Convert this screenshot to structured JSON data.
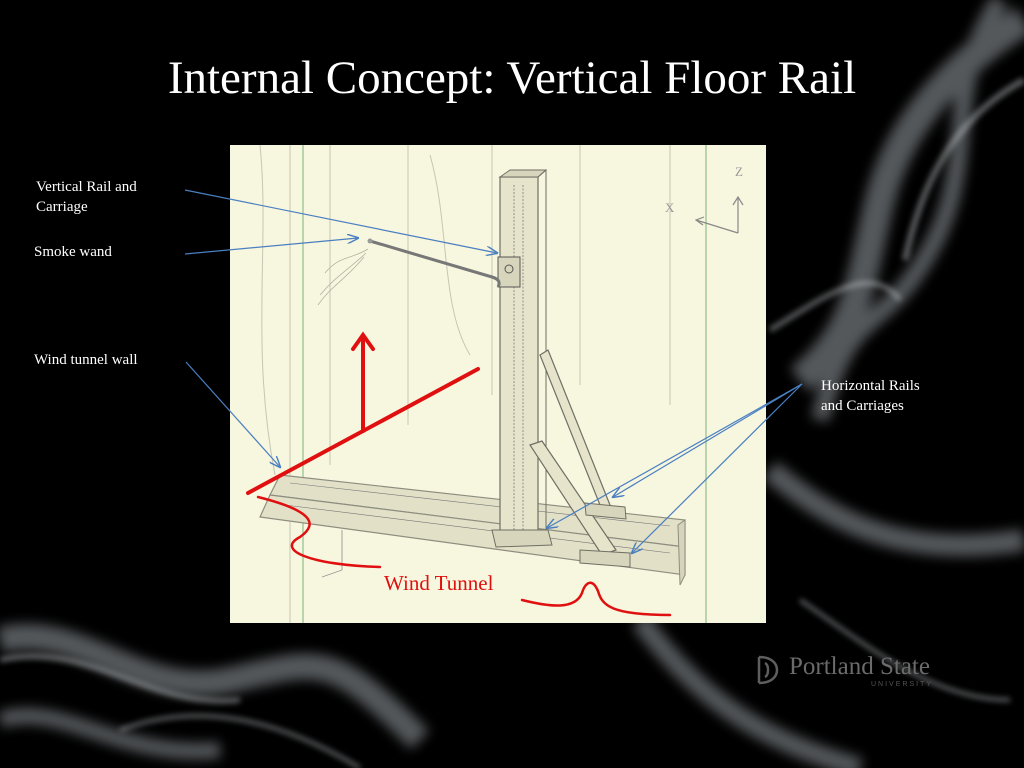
{
  "slide": {
    "title": "Internal Concept: Vertical Floor Rail"
  },
  "callouts": {
    "vertical_rail_line1": "Vertical Rail and",
    "vertical_rail_line2": "Carriage",
    "smoke_wand": "Smoke wand",
    "wind_tunnel_wall": "Wind tunnel wall",
    "horizontal_rails_line1": "Horizontal Rails",
    "horizontal_rails_line2": "and Carriages"
  },
  "sketch": {
    "axis_z": "Z",
    "axis_x": "X",
    "annotation": "Wind Tunnel"
  },
  "logo": {
    "name": "Portland State",
    "subtitle": "UNIVERSITY"
  },
  "colors": {
    "background": "#000000",
    "paper": "#f7f6de",
    "callout_line": "#4a7fc1",
    "highlight_red": "#e01010"
  }
}
